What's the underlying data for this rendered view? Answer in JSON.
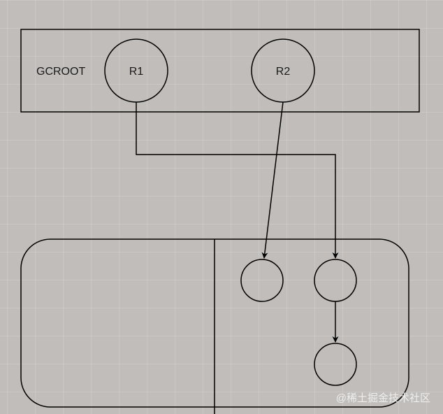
{
  "colors": {
    "background": "#c0bdba",
    "grid": "#d4d1ce",
    "stroke": "#000000",
    "text": "#1a1a1a",
    "watermark": "#eeeeee"
  },
  "diagram": {
    "root_set": {
      "label": "GCROOT",
      "refs": [
        "R1",
        "R2"
      ]
    },
    "heap": {
      "objects": [
        "object-a",
        "object-b",
        "object-c"
      ]
    },
    "edges": [
      {
        "from": "R1",
        "to": "object-b"
      },
      {
        "from": "R2",
        "to": "object-a"
      },
      {
        "from": "object-b",
        "to": "object-c"
      }
    ]
  },
  "watermark": {
    "text": "@稀土掘金技术社区"
  }
}
